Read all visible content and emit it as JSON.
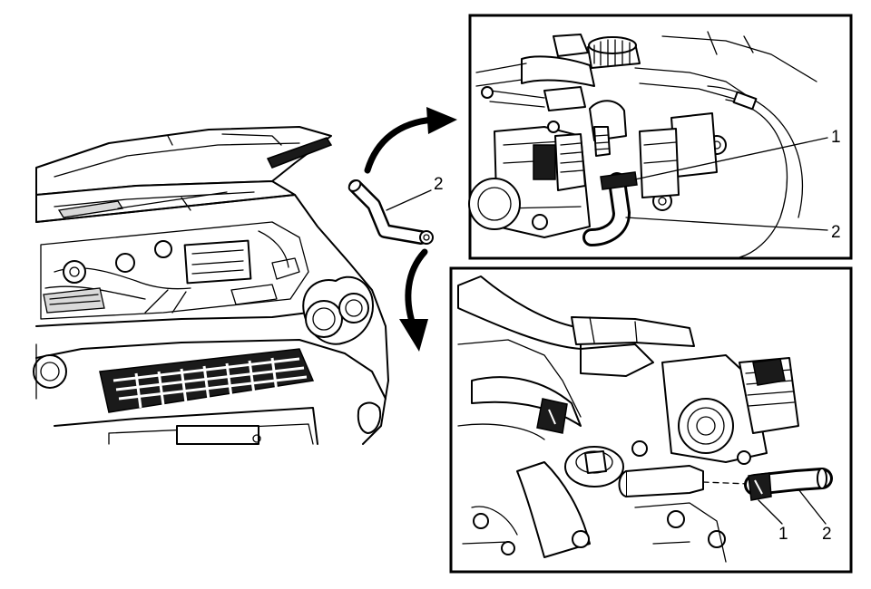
{
  "callouts": {
    "hose_label": "2",
    "top_inset_label_1": "1",
    "top_inset_label_2": "2",
    "bottom_inset_label_1": "1",
    "bottom_inset_label_2": "2"
  },
  "icons": {
    "vehicle": "car-front-hood-open-icon",
    "hose": "coolant-hose-icon",
    "arrow_top": "curved-arrow-icon",
    "arrow_bottom": "curved-arrow-icon"
  },
  "colors": {
    "line": "#000000",
    "background": "#ffffff"
  }
}
